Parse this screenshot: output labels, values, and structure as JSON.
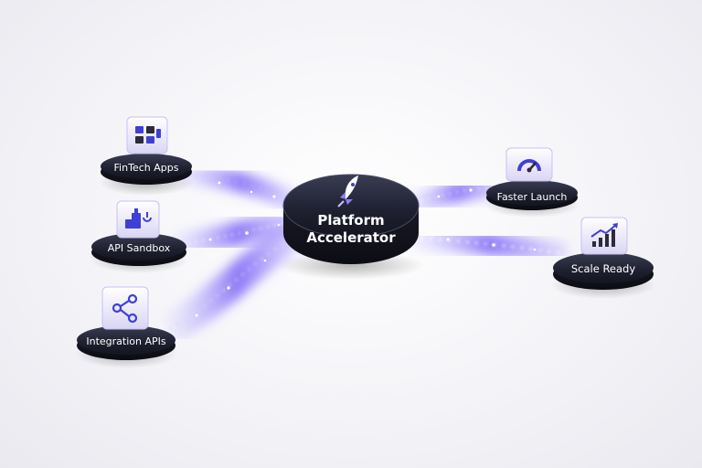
{
  "hub": {
    "line1": "Platform",
    "line2": "Accelerator",
    "icon": "rocket-icon"
  },
  "inputs": [
    {
      "label": "FinTech Apps",
      "icon": "app-grid-icon"
    },
    {
      "label": "API Sandbox",
      "icon": "sandbox-icon"
    },
    {
      "label": "Integration APIs",
      "icon": "network-icon"
    }
  ],
  "outputs": [
    {
      "label": "Faster Launch",
      "icon": "speedometer-icon"
    },
    {
      "label": "Scale Ready",
      "icon": "growth-chart-icon"
    }
  ],
  "colors": {
    "accent": "#6a4df5",
    "glow": "#8f7bff",
    "disc": "#1f2130",
    "icon": "#3f3fd6"
  }
}
